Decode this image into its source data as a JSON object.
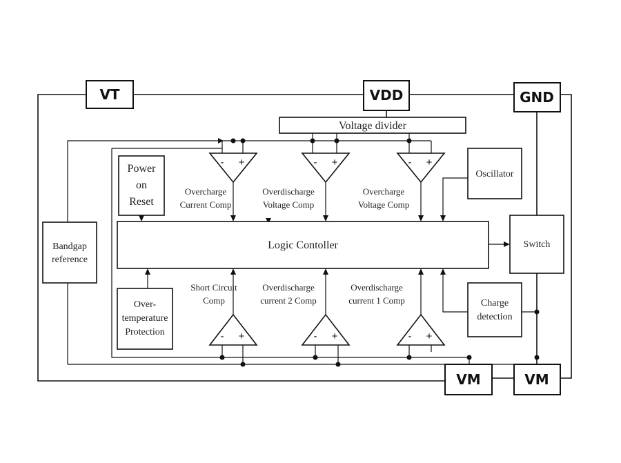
{
  "pins": {
    "vt": "VT",
    "vdd": "VDD",
    "gnd": "GND",
    "vm_left": "VM",
    "vm_right": "VM"
  },
  "blocks": {
    "voltage_divider": "Voltage divider",
    "power_on_reset": [
      "Power",
      "on",
      "Reset"
    ],
    "oscillator": "Oscillator",
    "logic_controller": "Logic Contoller",
    "switch": "Switch",
    "bandgap_reference": [
      "Bandgap",
      "reference"
    ],
    "over_temperature_protection": [
      "Over-",
      "temperature",
      "Protection"
    ],
    "charge_detection": [
      "Charge",
      "detection"
    ]
  },
  "comparators": {
    "top": [
      {
        "label": [
          "Overcharge",
          "Current Comp"
        ]
      },
      {
        "label": [
          "Overdischarge",
          "Voltage Comp"
        ]
      },
      {
        "label": [
          "Overcharge",
          "Voltage Comp"
        ]
      }
    ],
    "bottom": [
      {
        "label": [
          "Short Circuit",
          "Comp"
        ]
      },
      {
        "label": [
          "Overdischarge",
          "current 2 Comp"
        ]
      },
      {
        "label": [
          "Overdischarge",
          "current 1 Comp"
        ]
      }
    ],
    "minus_sign": "-",
    "plus_sign": "+"
  },
  "colors": {
    "line": "#111111",
    "background": "#ffffff"
  }
}
